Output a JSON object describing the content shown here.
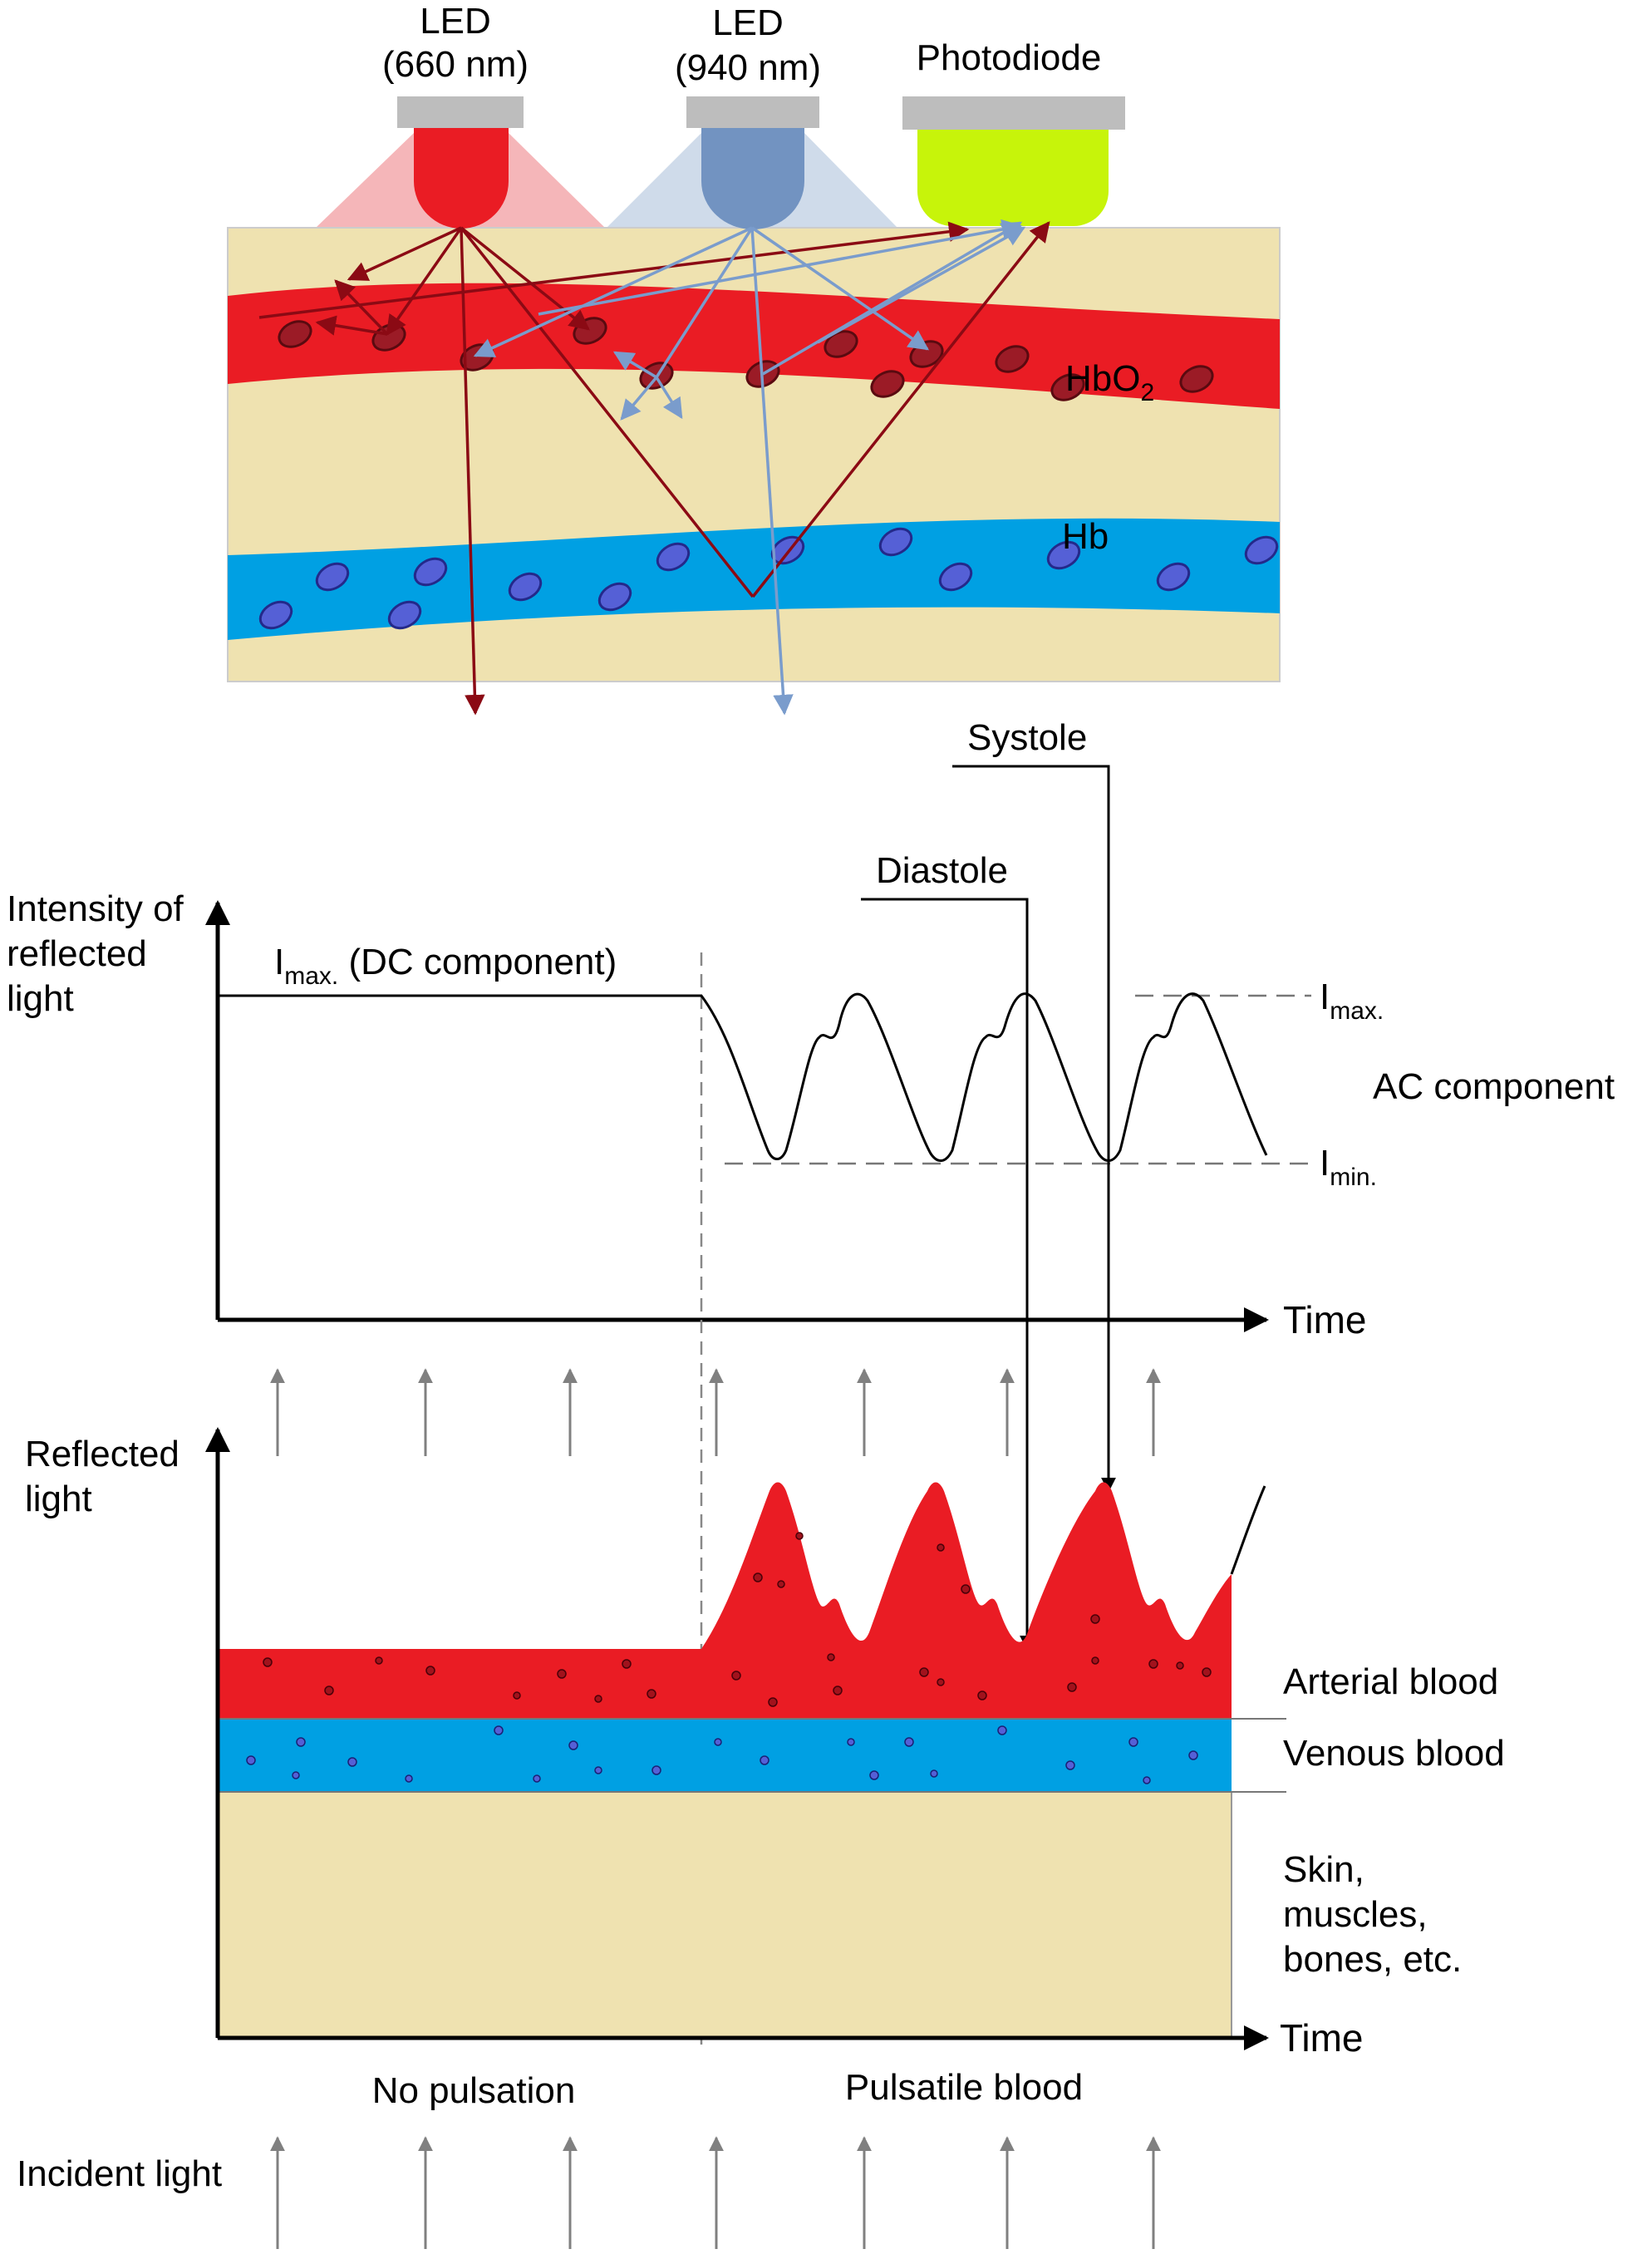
{
  "sensor": {
    "led_red": {
      "line1": "LED",
      "line2": "(660 nm)"
    },
    "led_ir": {
      "line1": "LED",
      "line2": "(940 nm)"
    },
    "photodiode": "Photodiode",
    "artery_label": {
      "base": "HbO",
      "sub": "2"
    },
    "vein_label": "Hb"
  },
  "waveform": {
    "y_axis_label": [
      "Intensity of",
      "reflected",
      "light"
    ],
    "x_axis_label": "Time",
    "imax_dc": {
      "base": "I",
      "sub": "max.",
      "rest": " (DC component)"
    },
    "imax_right": {
      "base": "I",
      "sub": "max."
    },
    "imin_right": {
      "base": "I",
      "sub": "min."
    },
    "ac_label": "AC component",
    "systole": "Systole",
    "diastole": "Diastole"
  },
  "absorption": {
    "y_axis_label": [
      "Reflected",
      "light"
    ],
    "x_axis_label": "Time",
    "arterial": "Arterial blood",
    "venous": "Venous blood",
    "tissue": [
      "Skin,",
      "muscles,",
      "bones, etc."
    ],
    "no_pulsation": "No pulsation",
    "pulsatile": "Pulsatile blood",
    "incident": "Incident light"
  },
  "colors": {
    "skin": "#efe2b0",
    "artery": "#ea1c24",
    "vein": "#00a0e3",
    "led_red": "#ea1c24",
    "led_ir": "#7293c1",
    "photodiode": "#c7f40a",
    "red_ray": "#8b0a14",
    "ir_ray": "#7a9ccc"
  }
}
